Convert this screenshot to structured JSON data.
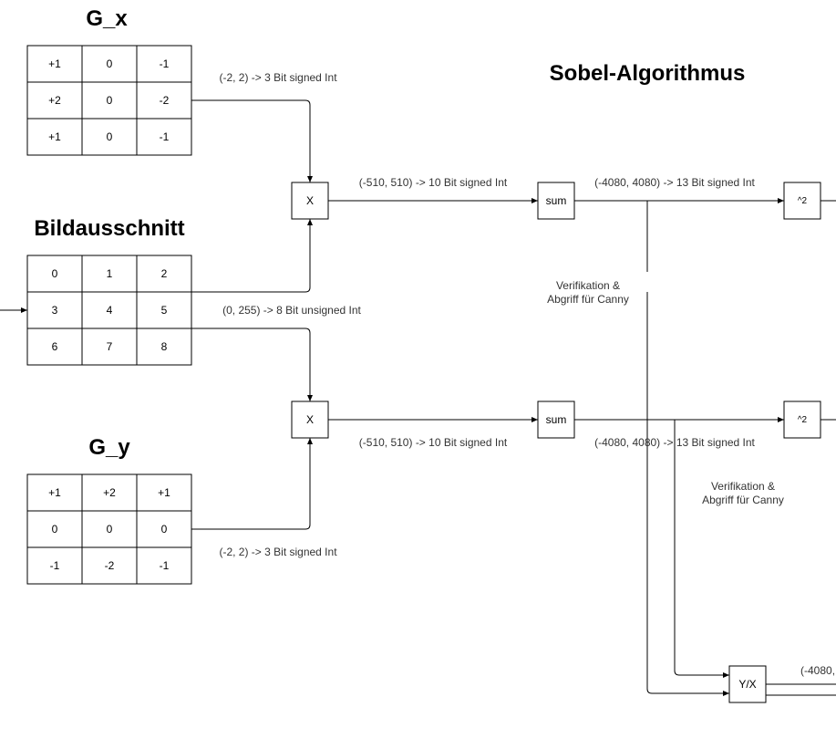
{
  "titles": {
    "gx": "G_x",
    "bild": "Bildausschnitt",
    "gy": "G_y",
    "main": "Sobel-Algorithmus"
  },
  "matrices": {
    "gx": [
      [
        "+1",
        "0",
        "-1"
      ],
      [
        "+2",
        "0",
        "-2"
      ],
      [
        "+1",
        "0",
        "-1"
      ]
    ],
    "bild": [
      [
        "0",
        "1",
        "2"
      ],
      [
        "3",
        "4",
        "5"
      ],
      [
        "6",
        "7",
        "8"
      ]
    ],
    "gy": [
      [
        "+1",
        "+2",
        "+1"
      ],
      [
        "0",
        "0",
        "0"
      ],
      [
        "-1",
        "-2",
        "-1"
      ]
    ]
  },
  "nodes": {
    "mult_top": "X",
    "mult_bottom": "X",
    "sum_top": "sum",
    "sum_bottom": "sum",
    "square_top": "^2",
    "square_bottom": "^2",
    "divide": "Y/X"
  },
  "labels": {
    "gx_width": "(-2, 2) -> 3 Bit signed Int",
    "bild_width": "(0, 255) -> 8 Bit unsigned Int",
    "gy_width": "(-2, 2) -> 3 Bit signed Int",
    "mult_top_width": "(-510, 510) -> 10 Bit signed Int",
    "mult_bottom_width": "(-510, 510) -> 10 Bit signed Int",
    "sum_top_width": "(-4080, 4080) -> 13 Bit signed Int",
    "sum_bottom_width": "(-4080, 4080) -> 13 Bit signed Int",
    "verify_top_1": "Verifikation &",
    "verify_top_2": "Abgriff für Canny",
    "verify_bottom_1": "Verifikation &",
    "verify_bottom_2": "Abgriff für Canny",
    "divide_out": "(-4080,"
  }
}
